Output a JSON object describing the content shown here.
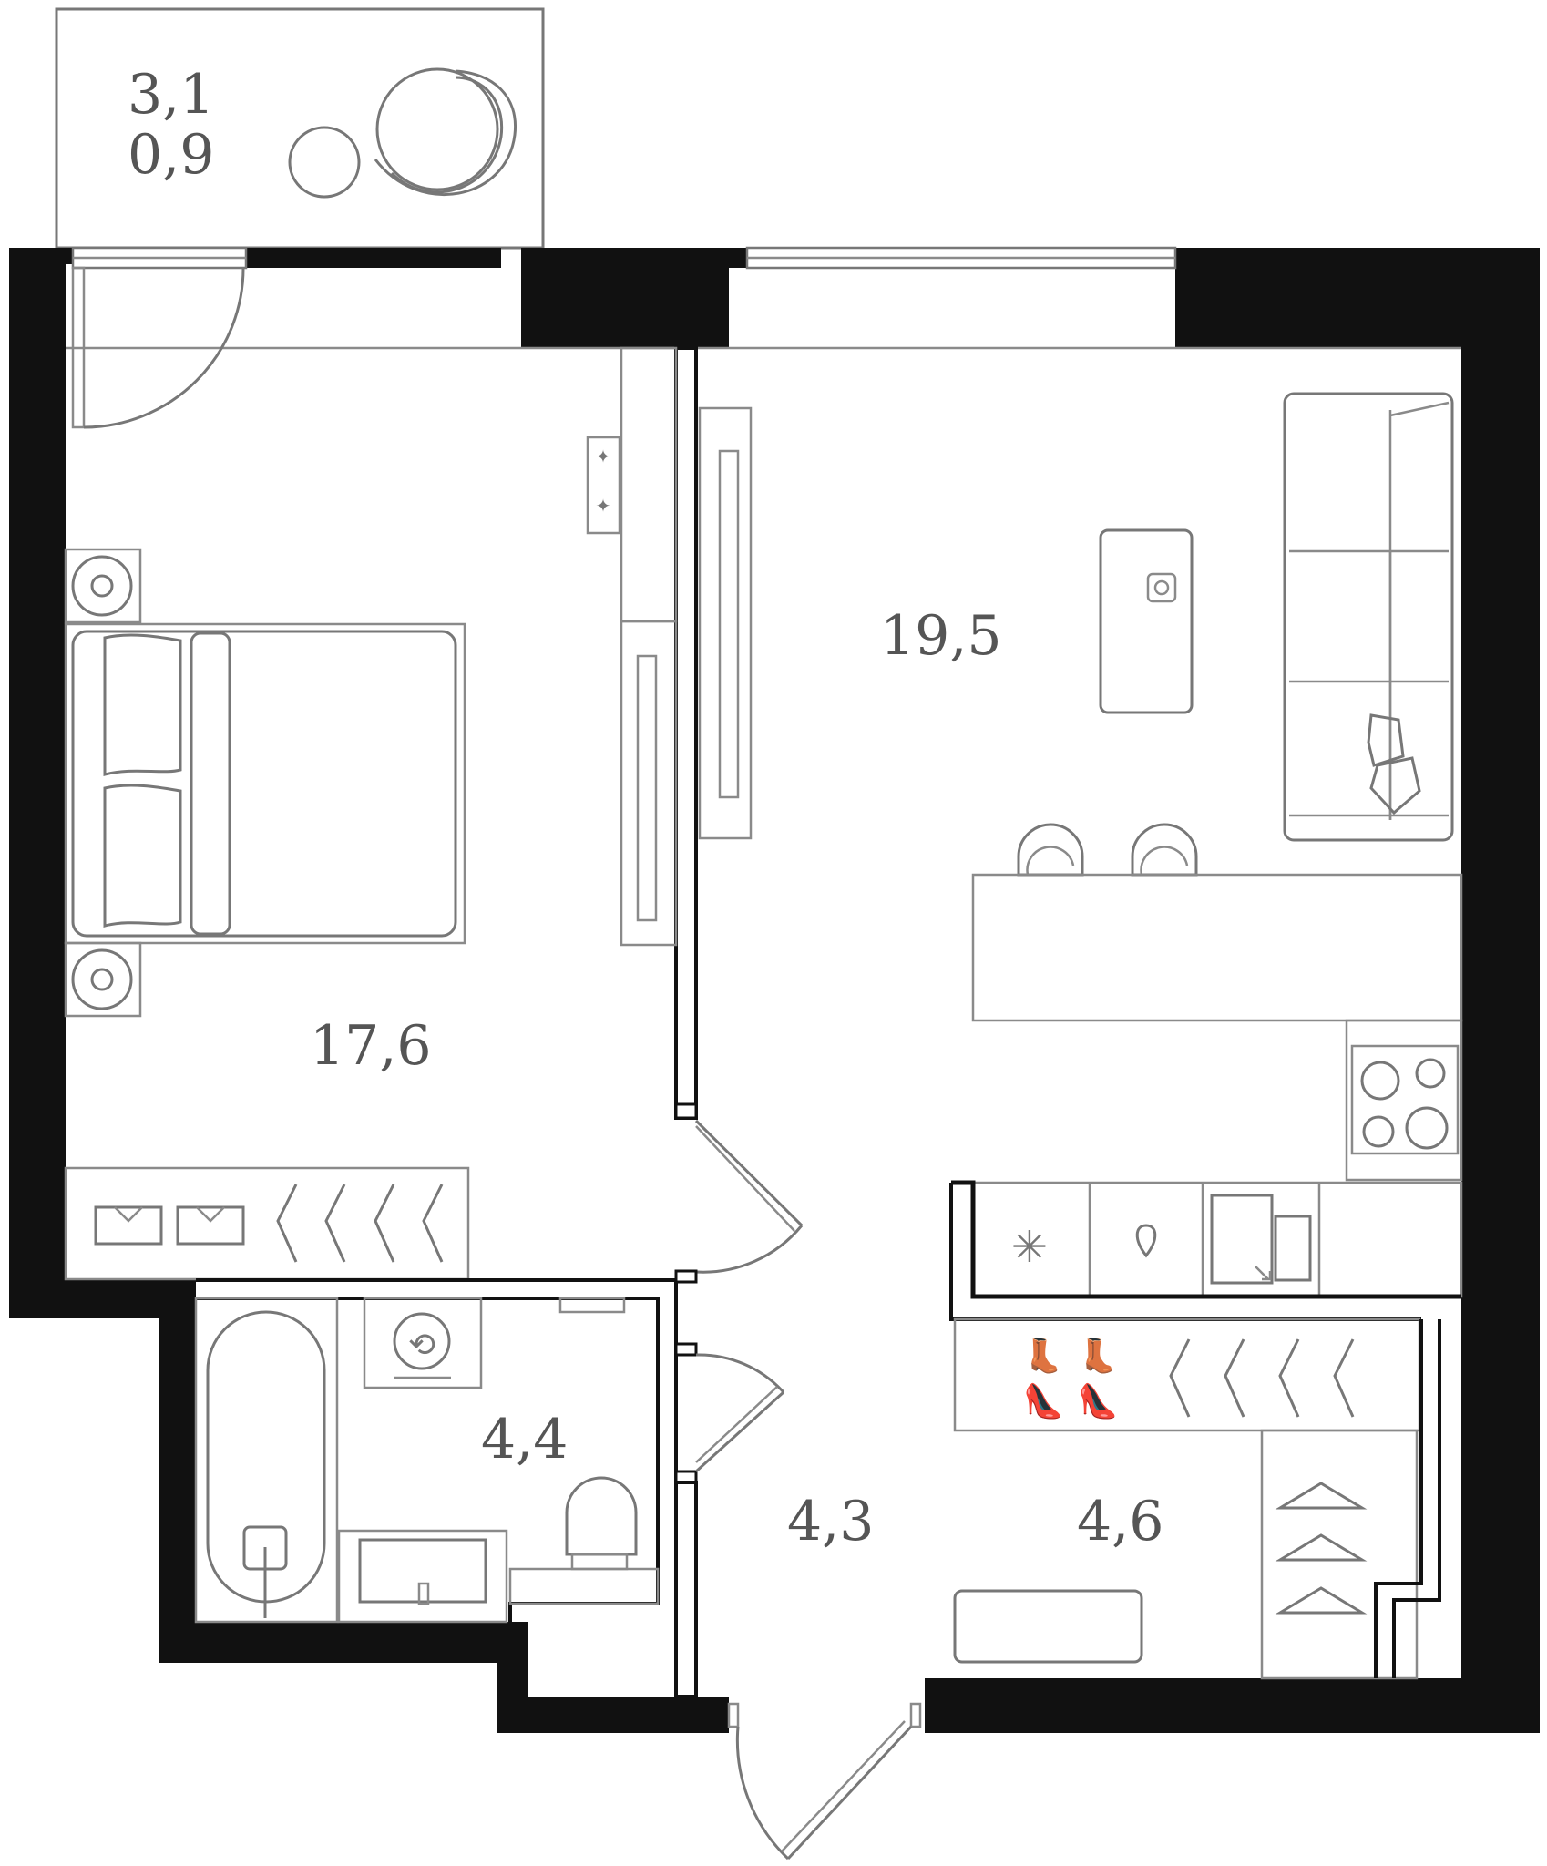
{
  "rooms": {
    "balcony": {
      "label_primary": "3,1",
      "label_secondary": "0,9"
    },
    "bedroom": {
      "label": "17,6"
    },
    "living": {
      "label": "19,5"
    },
    "bathroom": {
      "label": "4,4"
    },
    "hallway": {
      "label": "4,3"
    },
    "wardrobe": {
      "label": "4,6"
    }
  },
  "colors": {
    "wall": "#111111",
    "line": "#777777",
    "text": "#555555",
    "background": "#ffffff"
  }
}
